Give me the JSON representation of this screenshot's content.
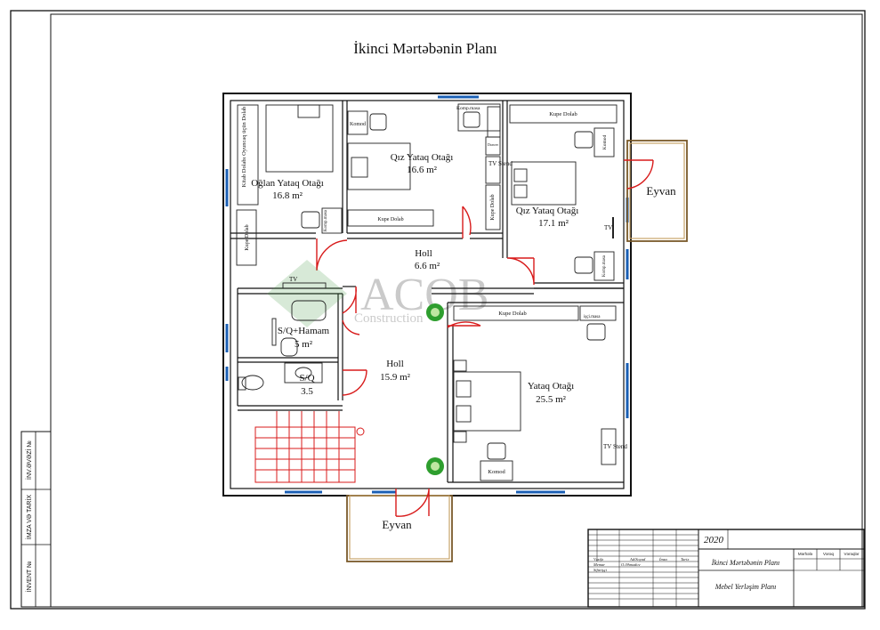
{
  "title": "İkinci Mərtəbənin Planı",
  "watermark": {
    "main": "ACOB",
    "sub": "Construction"
  },
  "rooms": {
    "oglan": {
      "name": "Oğlan Yataq Otağı",
      "area": "16.8 m²"
    },
    "qiz1": {
      "name": "Qız Yataq Otağı",
      "area": "16.6 m²"
    },
    "qiz2": {
      "name": "Qız Yataq Otağı",
      "area": "17.1 m²"
    },
    "holl1": {
      "name": "Holl",
      "area": "6.6 m²"
    },
    "sq_hamam": {
      "name": "S/Q+Hamam",
      "area": "5 m²"
    },
    "sq": {
      "name": "S/Q",
      "area": "3.5"
    },
    "holl2": {
      "name": "Holl",
      "area": "15.9 m²"
    },
    "yataq": {
      "name": "Yataq Otağı",
      "area": "25.5 m²"
    },
    "eyvan_right": {
      "name": "Eyvan"
    },
    "eyvan_bottom": {
      "name": "Eyvan"
    }
  },
  "furniture": {
    "kitab_dolabi": "Kitab Dolabı Oyuncaq üçün Dolab",
    "komp_masa_1": "Komp.masa",
    "kupe_left": "Kupe Dolab",
    "komod_1": "Komod",
    "komp_masa_2": "Komp.masa",
    "drawer": "Drawer",
    "tv_stend_1": "TV Stend",
    "kupe_dolab_v": "Kupe Dolab",
    "kupe_qiz1": "Kupe Dolab",
    "kupe_top_right": "Kupe Dolab",
    "komod_2": "Komod",
    "tv_1": "TV",
    "komp_masa_3": "Komp.masa",
    "tv_2": "TV",
    "kupe_yataq": "Kupe Dolab",
    "isci_masa": "işçi.masa",
    "tv_stend_2": "TV Stend",
    "komod_3": "Komod"
  },
  "title_block": {
    "year": "2020",
    "project": "İkinci Mərtəbənin Planı",
    "sheet": "Mebel Yerləşim Planı",
    "col_mərhələ": "Mərhələ",
    "col_vereq": "Vərəq",
    "col_vereqler": "Vərəqlər",
    "row_vezife": "Vəzifə",
    "row_adsoyad": "Ad/Soyad",
    "row_imza": "İmza",
    "row_tarix": "Tarix",
    "row_memar": "Memar",
    "row_memar_name": "O.Əhmədov",
    "row_sifarisci": "Sifarişçi"
  },
  "side_stamp": {
    "inv_evezi": "İNV.ƏVƏZİ №",
    "imza_tarix": "İMZA VƏ TARİX",
    "invent": "İNVENT №"
  },
  "colors": {
    "line": "#111111",
    "window": "#1a5fb4",
    "door": "#d81b1b",
    "wall": "#111111",
    "balcony": "#b08a50",
    "plant": "#2e9e2e"
  }
}
